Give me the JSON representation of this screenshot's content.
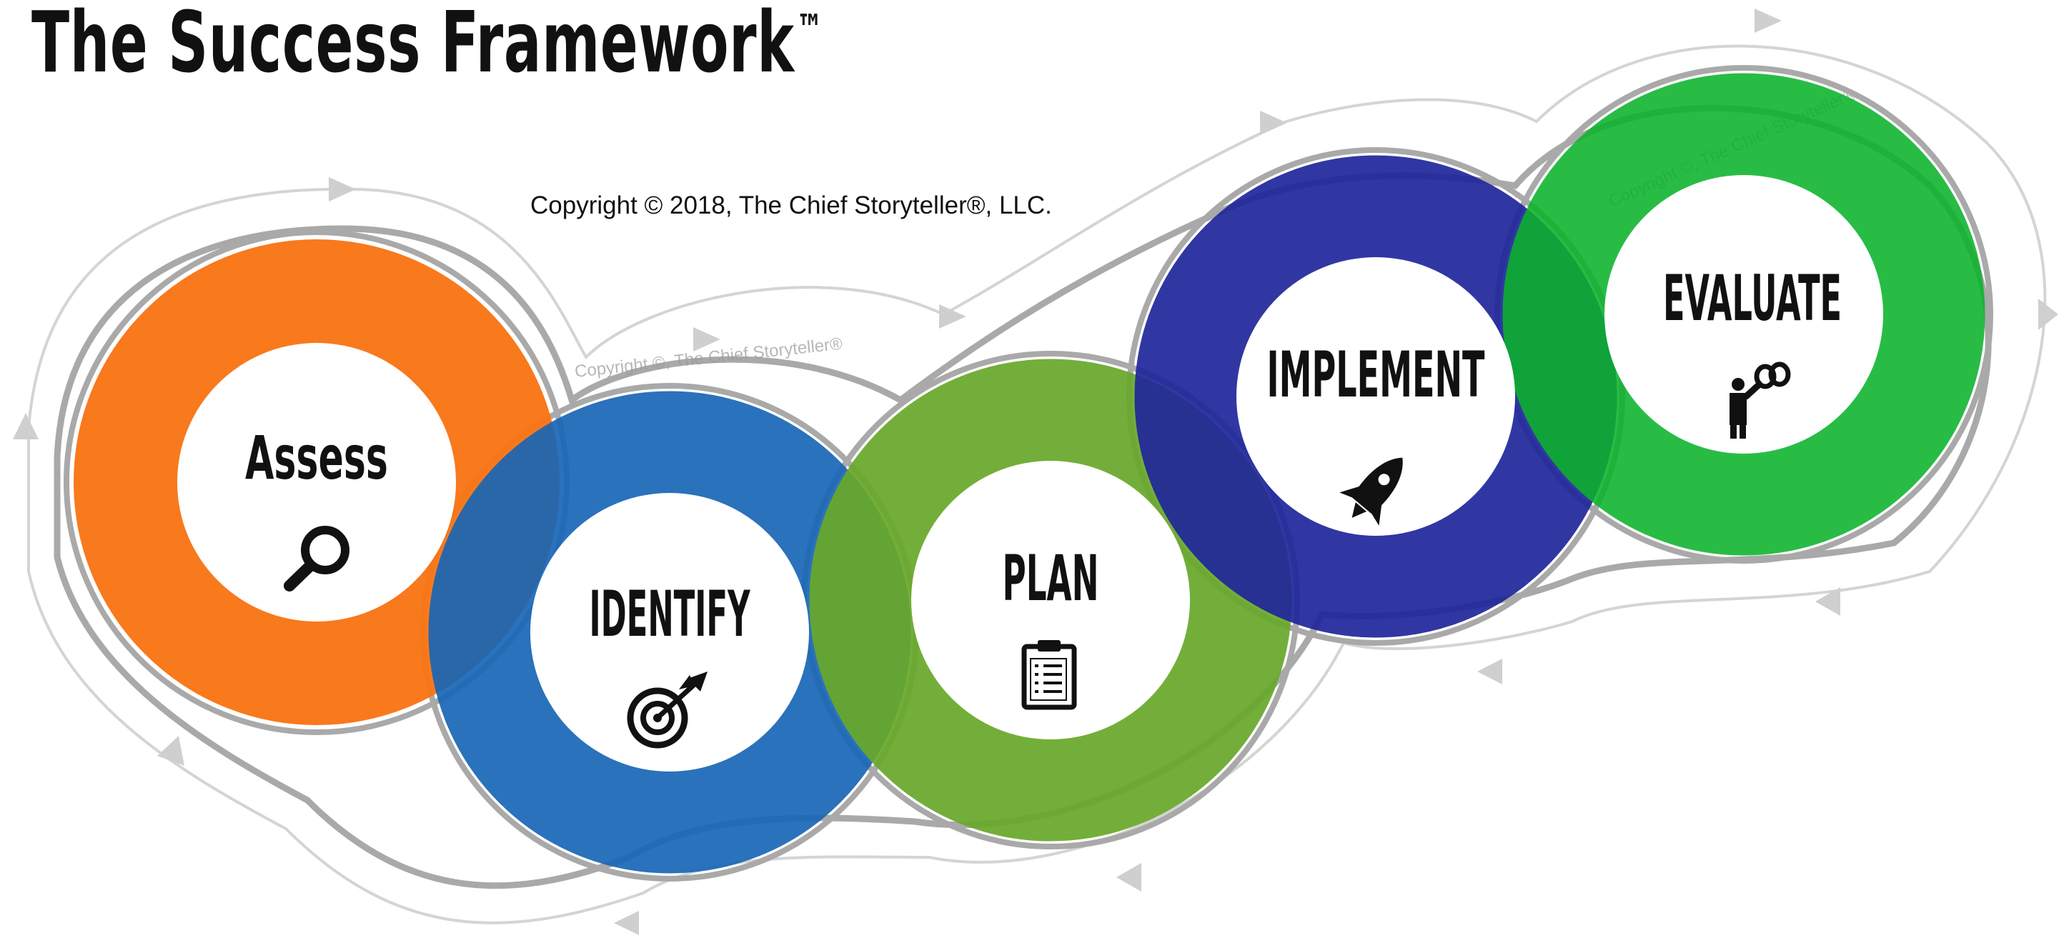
{
  "title": "The Success Framework",
  "title_mark": "™",
  "copyright": "Copyright © 2018, The Chief Storyteller®, LLC.",
  "watermark_text": "Copyright ©, The Chief Storyteller®",
  "stages": [
    {
      "id": "assess",
      "label": "Assess",
      "color": "#f97516",
      "icon": "magnifier-icon"
    },
    {
      "id": "identify",
      "label": "IDENTIFY",
      "color": "#1866b5",
      "icon": "target-icon"
    },
    {
      "id": "plan",
      "label": "PLAN",
      "color": "#68a82b",
      "icon": "clipboard-icon"
    },
    {
      "id": "implement",
      "label": "IMPLEMENT",
      "color": "#20269a",
      "icon": "rocket-icon"
    },
    {
      "id": "evaluate",
      "label": "EVALUATE",
      "color": "#0ab32b",
      "icon": "binoculars-icon"
    }
  ],
  "colors": {
    "track_dark": "#a9a9a9",
    "track_light": "#d4d4d4",
    "arrow": "#cfcfcf"
  }
}
